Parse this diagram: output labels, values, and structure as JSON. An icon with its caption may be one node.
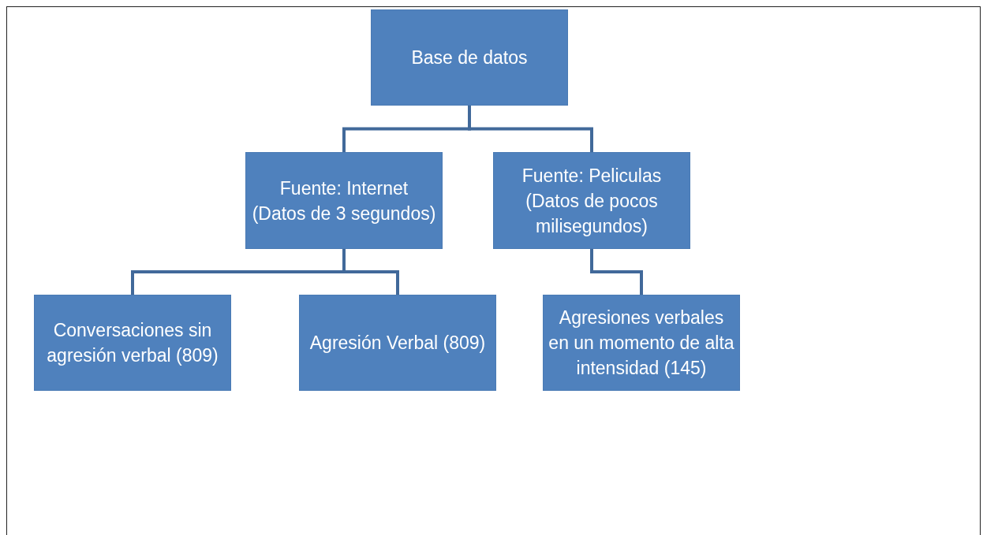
{
  "diagram": {
    "nodes": [
      {
        "text": [
          "Base de datos"
        ]
      },
      {
        "text": [
          "Fuente: Internet (Datos de 3 segundos)"
        ]
      },
      {
        "text": [
          "Fuente: Peliculas (Datos de pocos milisegundos)"
        ]
      },
      {
        "text": [
          "Conversaciones sin agresión verbal (809)"
        ]
      },
      {
        "text": [
          "Agresión Verbal (809)"
        ]
      },
      {
        "text": [
          "Agresiones verbales en un momento de alta intensidad (145)"
        ]
      }
    ],
    "edges": [
      {
        "from": 0,
        "to": 1,
        "arrow": "none"
      },
      {
        "from": 0,
        "to": 2,
        "arrow": "none"
      },
      {
        "from": 1,
        "to": 3,
        "arrow": "none"
      },
      {
        "from": 1,
        "to": 4,
        "arrow": "none"
      },
      {
        "from": 2,
        "to": 5,
        "arrow": "none"
      }
    ]
  }
}
